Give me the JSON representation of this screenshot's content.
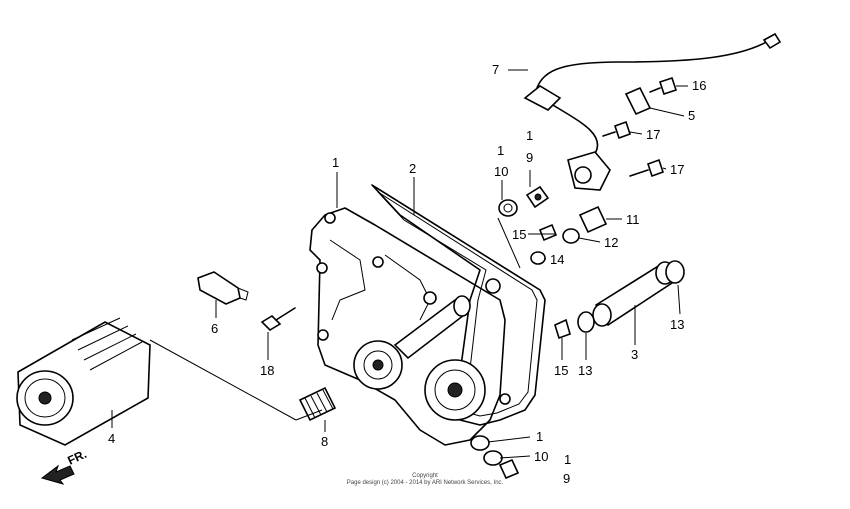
{
  "callouts": {
    "c1a": "1",
    "c2": "2",
    "c1b": "1",
    "c9a": "9",
    "c1c": "1",
    "c10a": "10",
    "c7": "7",
    "c16": "16",
    "c5": "5",
    "c17a": "17",
    "c17b": "17",
    "c11": "11",
    "c15a": "15",
    "c12": "12",
    "c14": "14",
    "c13a": "13",
    "c6": "6",
    "c18": "18",
    "c3": "3",
    "c13b": "13",
    "c15b": "15",
    "c8": "8",
    "c4": "4",
    "c1d": "1",
    "c10b": "10",
    "c1e": "1",
    "c9b": "9"
  },
  "direction_marker": "FR.",
  "copyright": {
    "line1": "Copyright",
    "line2": "Page design (c) 2004 - 2014 by ARI Network Services, Inc."
  }
}
